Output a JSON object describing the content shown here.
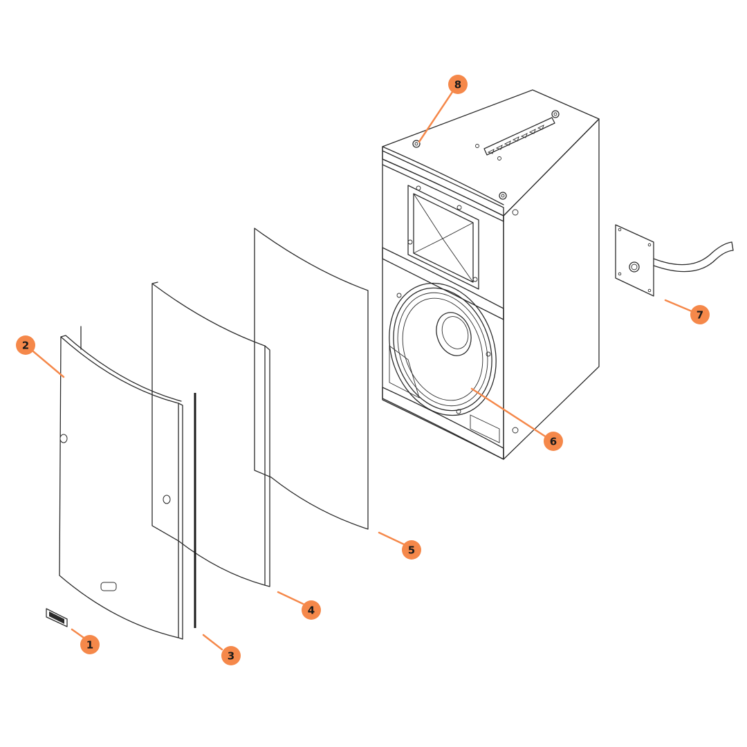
{
  "colors": {
    "callout_fill": "#f5884a",
    "callout_line": "#f5884a",
    "drawing_stroke": "#2a2a2a",
    "background": "#ffffff"
  },
  "callouts": [
    {
      "id": "1",
      "label": "1"
    },
    {
      "id": "2",
      "label": "2"
    },
    {
      "id": "3",
      "label": "3"
    },
    {
      "id": "4",
      "label": "4"
    },
    {
      "id": "5",
      "label": "5"
    },
    {
      "id": "6",
      "label": "6"
    },
    {
      "id": "7",
      "label": "7"
    },
    {
      "id": "8",
      "label": "8"
    }
  ]
}
